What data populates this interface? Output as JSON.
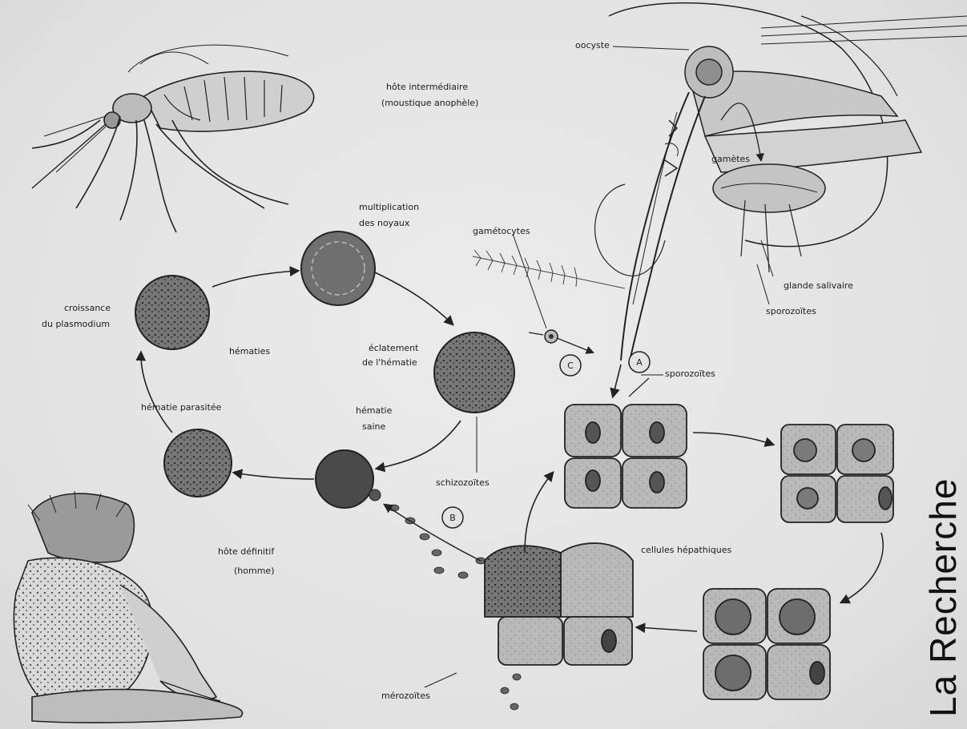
{
  "diagram": {
    "labels": {
      "host_intermediate_line1": "hôte intermédiaire",
      "host_intermediate_line2": "(moustique anophèle)",
      "oocyste": "oocyste",
      "gametes": "gamètes",
      "gametocytes": "gamétocytes",
      "glande_salivaire": "glande salivaire",
      "sporozoites_top": "sporozoïtes",
      "sporozoites_mid": "sporozoïtes",
      "multiplication_line1": "multiplication",
      "multiplication_line2": "des noyaux",
      "croissance_line1": "croissance",
      "croissance_line2": "du plasmodium",
      "hematies": "hématies",
      "eclatement_line1": "éclatement",
      "eclatement_line2": "de l'hématie",
      "hematie_parasitee": "hématie parasitée",
      "hematie_saine_line1": "hématie",
      "hematie_saine_line2": "saine",
      "schizozoites": "schizozoïtes",
      "hote_definitif_line1": "hôte définitif",
      "hote_definitif_line2": "(homme)",
      "cellules_hepatiques": "cellules hépathiques",
      "merozoites": "mérozoïtes"
    },
    "markers": {
      "a": "A",
      "b": "B",
      "c": "C"
    },
    "brand": "La Recherche"
  }
}
